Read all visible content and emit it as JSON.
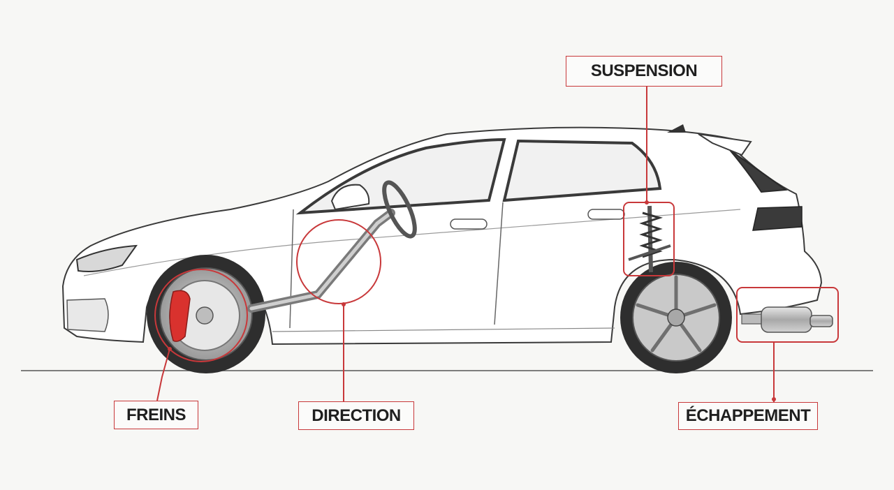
{
  "labels": {
    "suspension": "SUSPENSION",
    "freins": "FREINS",
    "direction": "DIRECTION",
    "echappement": "ÉCHAPPEMENT"
  },
  "colors": {
    "accent": "#c8383a",
    "outline": "#3a3a3a",
    "body": "#ffffff",
    "tire": "#2e2e2e",
    "caliper": "#d9322e"
  }
}
